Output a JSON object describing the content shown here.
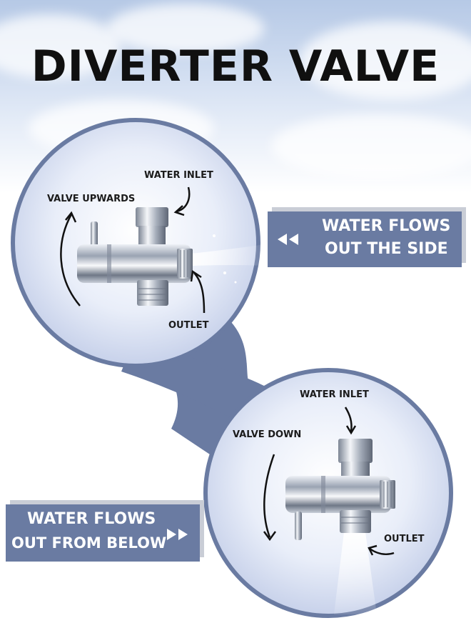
{
  "title": "DIVERTER VALVE",
  "top_panel": {
    "water_inlet": "WATER INLET",
    "valve_position": "VALVE UPWARDS",
    "outlet": "OUTLET",
    "banner_line1": "WATER FLOWS",
    "banner_line2": "OUT THE SIDE",
    "banner_icon": "double-left-triangles-icon"
  },
  "bottom_panel": {
    "water_inlet": "WATER INLET",
    "valve_position": "VALVE DOWN",
    "outlet": "OUTLET",
    "banner_line1": "WATER FLOWS",
    "banner_line2": "OUT FROM BELOW",
    "banner_icon": "double-right-triangles-icon"
  },
  "colors": {
    "accent": "#6a7ba2",
    "title": "#101010"
  }
}
